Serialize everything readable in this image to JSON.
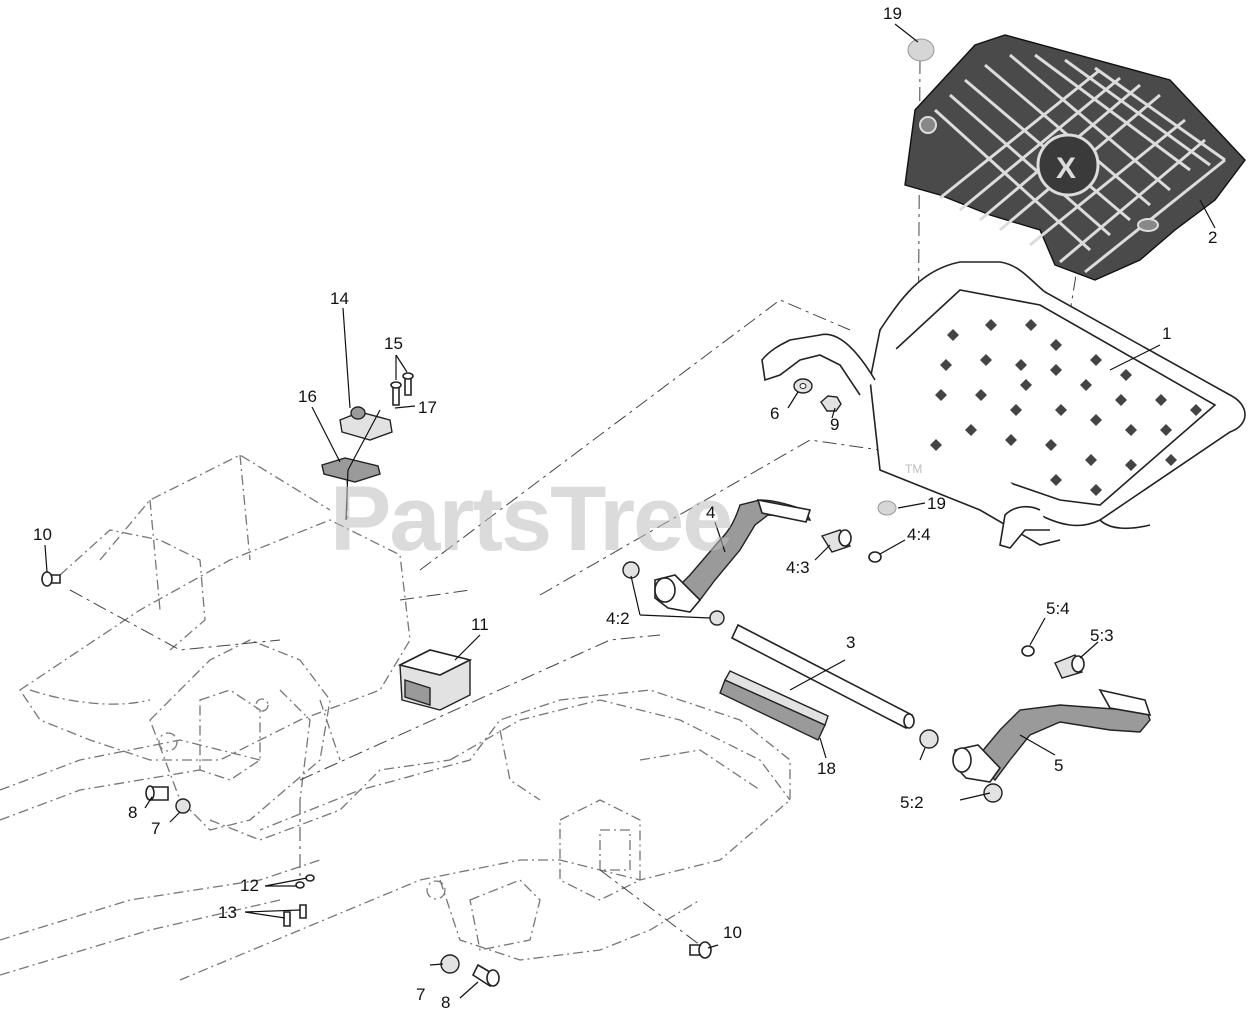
{
  "watermark": {
    "text": "PartsTree",
    "trademark": "TM"
  },
  "callouts": {
    "c1": "1",
    "c2": "2",
    "c3": "3",
    "c4": "4",
    "c4_2": "4:2",
    "c4_3": "4:3",
    "c4_4": "4:4",
    "c5": "5",
    "c5_2": "5:2",
    "c5_3": "5:3",
    "c5_4": "5:4",
    "c6": "6",
    "c7_left": "7",
    "c7_bottom": "7",
    "c8_left": "8",
    "c8_bottom": "8",
    "c9": "9",
    "c10_left": "10",
    "c10_bottom": "10",
    "c11": "11",
    "c12": "12",
    "c13": "13",
    "c14": "14",
    "c15": "15",
    "c16": "16",
    "c17": "17",
    "c18": "18",
    "c19_top": "19",
    "c19_mid": "19"
  },
  "colors": {
    "line": "#222222",
    "phantom": "#777777",
    "watermark": "#bdbdbd",
    "mat_fill": "#4a4a4a"
  }
}
